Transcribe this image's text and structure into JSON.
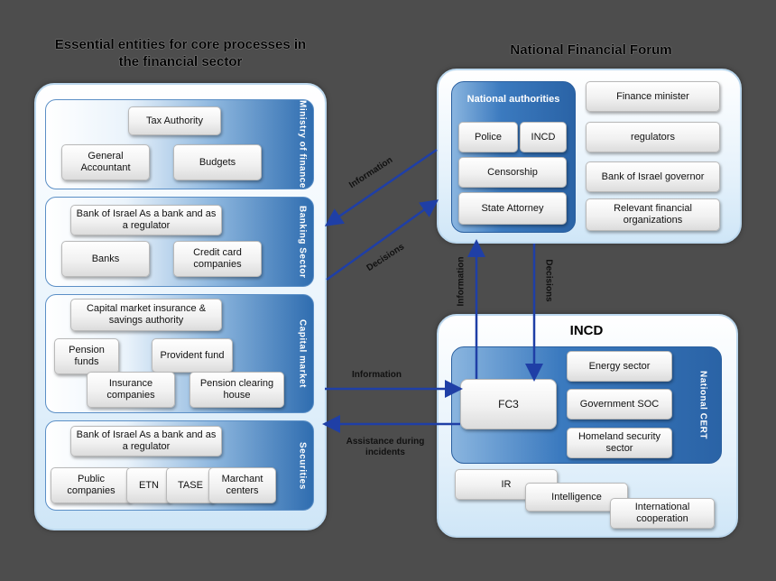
{
  "titles": {
    "left": "Essential entities for core processes in the financial sector",
    "forum": "National Financial Forum",
    "incd": "INCD"
  },
  "sectors": {
    "ministry": {
      "label": "Ministry of finance",
      "tax_authority": "Tax Authority",
      "general_accountant": "General Accountant",
      "budgets": "Budgets"
    },
    "banking": {
      "label": "Banking Sector",
      "bank_of_israel": "Bank of Israel As a bank and as a regulator",
      "banks": "Banks",
      "credit_card": "Credit card companies"
    },
    "capital": {
      "label": "Capital market",
      "authority": "Capital market insurance & savings authority",
      "pension_funds": "Pension funds",
      "provident_fund": "Provident fund",
      "insurance": "Insurance companies",
      "pension_clearing": "Pension clearing house"
    },
    "securities": {
      "label": "Securities",
      "bank_of_israel": "Bank of Israel As a bank and as a regulator",
      "public_companies": "Public companies",
      "etn": "ETN",
      "tase": "TASE",
      "marchant": "Marchant centers"
    }
  },
  "forum": {
    "national_authorities": "National authorities",
    "police": "Police",
    "incd": "INCD",
    "censorship": "Censorship",
    "state_attorney": "State Attorney",
    "finance_minister": "Finance minister",
    "regulators": "regulators",
    "boi_governor": "Bank of Israel governor",
    "relevant_orgs": "Relevant financial organizations"
  },
  "incd": {
    "national_cert": "National CERT",
    "fc3": "FC3",
    "energy": "Energy sector",
    "government_soc": "Government SOC",
    "homeland": "Homeland security sector",
    "ir": "IR",
    "intelligence": "Intelligence",
    "international": "International cooperation"
  },
  "arrows": {
    "information_to_left": "Information",
    "decisions_to_forum": "Decisions",
    "information_up": "Information",
    "decisions_down": "Decisions",
    "information_to_fc3": "Information",
    "assistance": "Assistance during incidents"
  },
  "colors": {
    "arrow": "#1f3fa6",
    "band_dark": "#2a63a6",
    "background": "#4d4d4d"
  }
}
